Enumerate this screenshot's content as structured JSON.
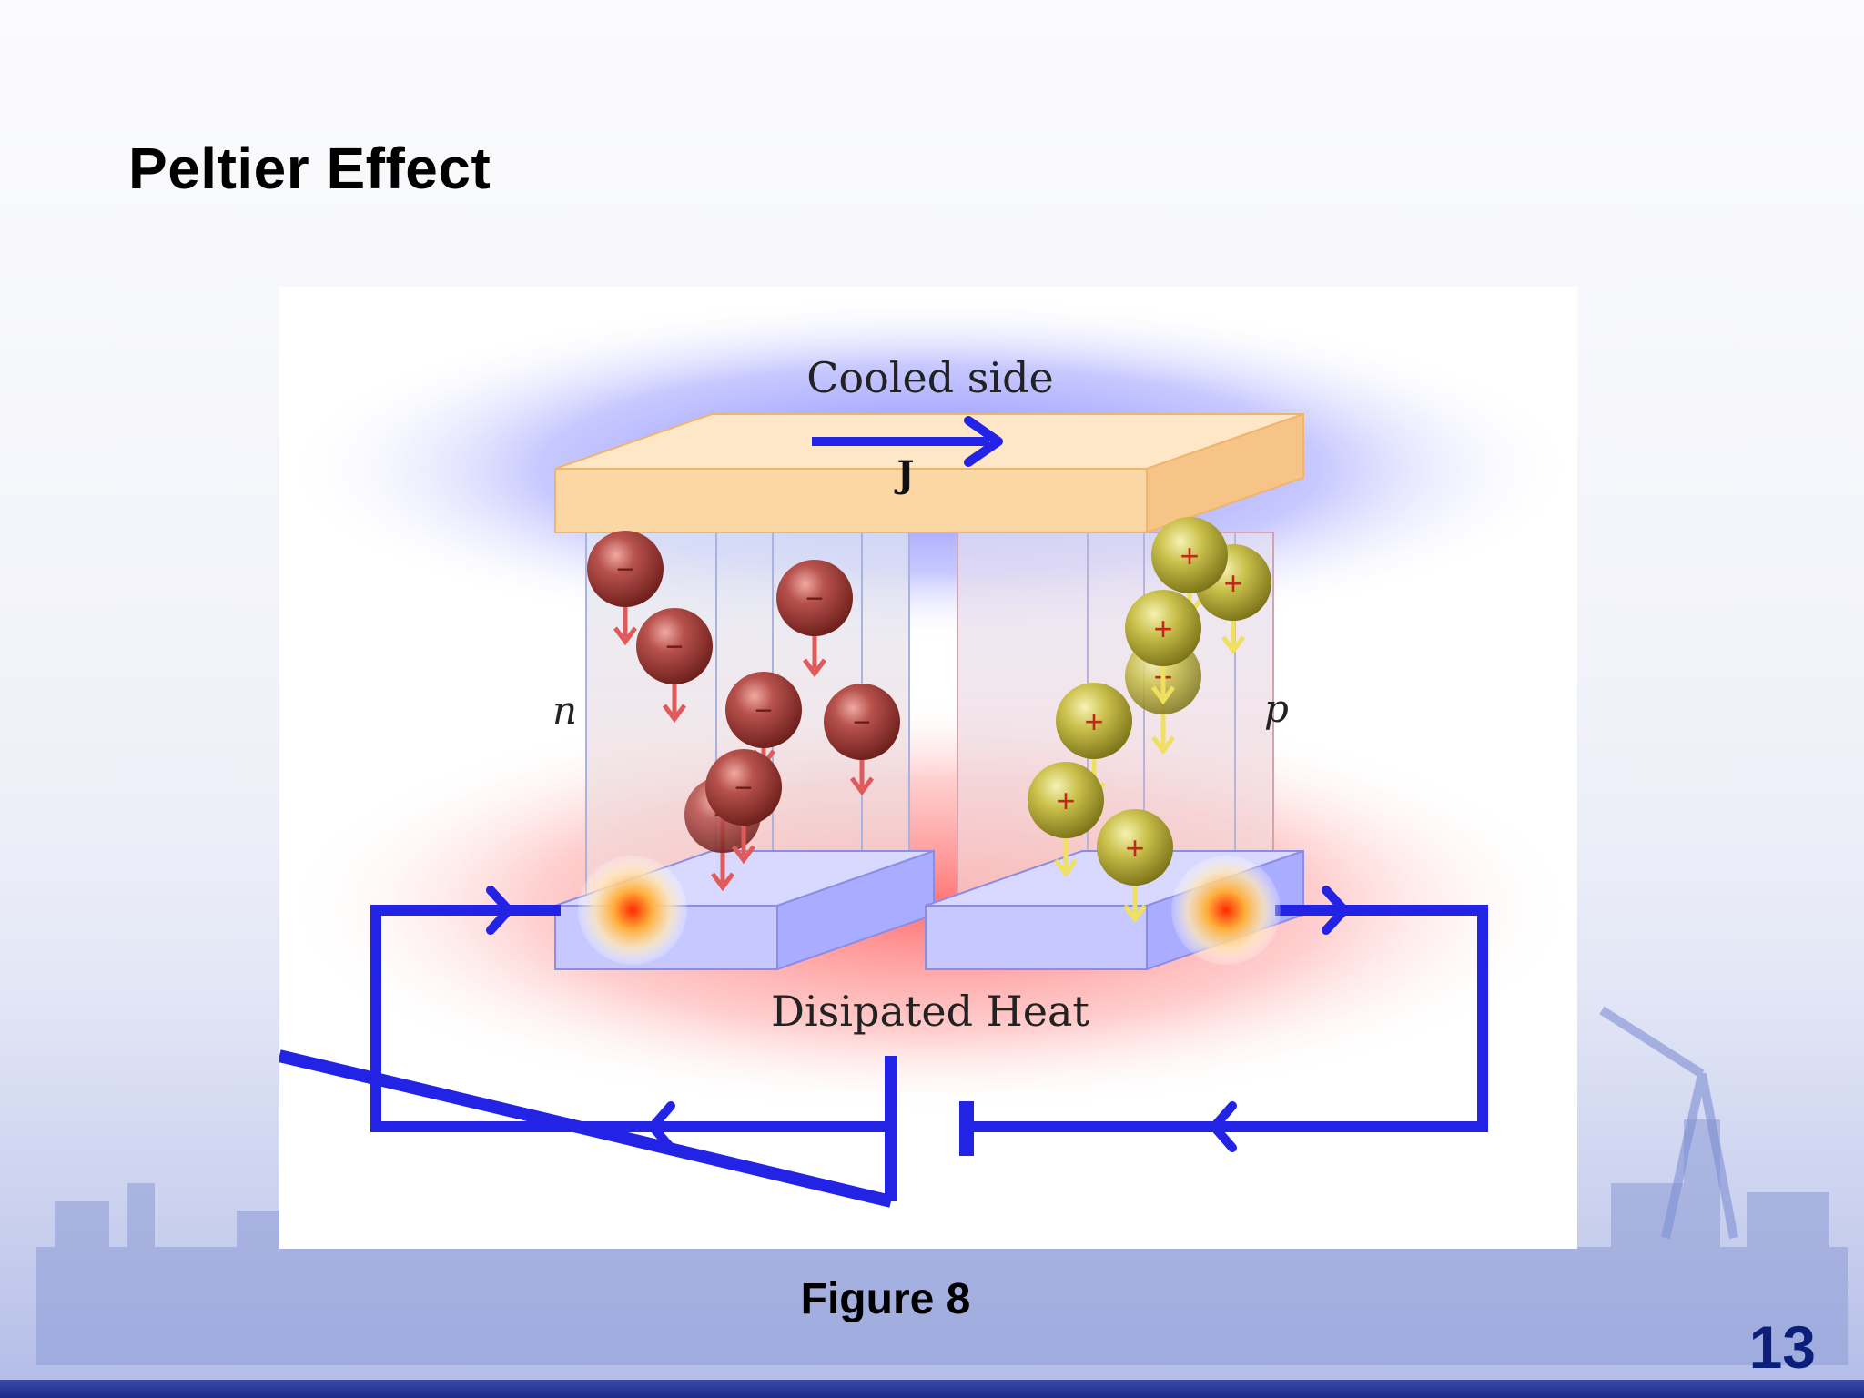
{
  "slide": {
    "title": "Peltier Effect",
    "caption": "Figure 8",
    "page_number": "13"
  },
  "diagram": {
    "top_label": "Cooled side",
    "current_label": "J",
    "n_label": "n",
    "p_label": "p",
    "bottom_label": "Disipated Heat",
    "electron_symbol": "−",
    "hole_symbol": "+"
  },
  "colors": {
    "circuit": "#2323e6",
    "plate": "#fbd9a8",
    "electron": "#a8403c",
    "hole": "#c7bd48",
    "cold_glow": "#7d80ff",
    "hot_glow": "#ff7a7a",
    "accent_text": "#0b1f7a"
  }
}
